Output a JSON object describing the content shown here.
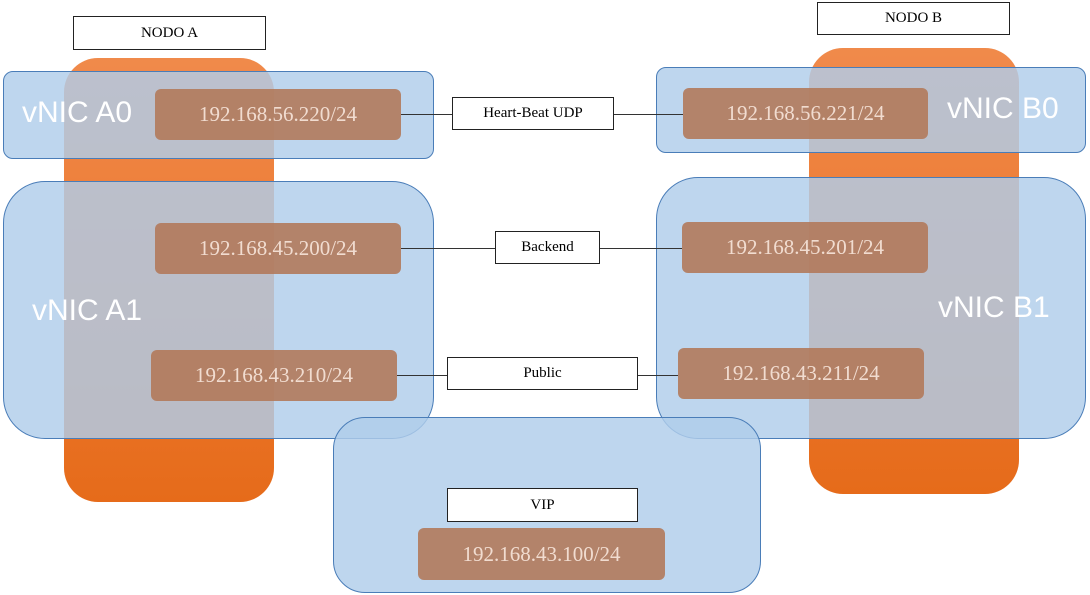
{
  "nodes": {
    "a": {
      "title": "NODO A"
    },
    "b": {
      "title": "NODO B"
    }
  },
  "vnics": {
    "a0": {
      "label": "vNIC A0",
      "ip": "192.168.56.220/24"
    },
    "a1": {
      "label": "vNIC A1",
      "ip_backend": "192.168.45.200/24",
      "ip_public": "192.168.43.210/24"
    },
    "b0": {
      "label": "vNIC B0",
      "ip": "192.168.56.221/24"
    },
    "b1": {
      "label": "vNIC B1",
      "ip_backend": "192.168.45.201/24",
      "ip_public": "192.168.43.211/24"
    }
  },
  "links": {
    "heartbeat": "Heart-Beat  UDP",
    "backend": "Backend",
    "public": "Public"
  },
  "vip": {
    "title": "VIP",
    "ip": "192.168.43.100/24"
  },
  "colors": {
    "node_orange": "#ec7a32",
    "vnic_blue": "#b0cdea",
    "vnic_border": "#4a7db8",
    "ip_brown": "#b27858"
  }
}
